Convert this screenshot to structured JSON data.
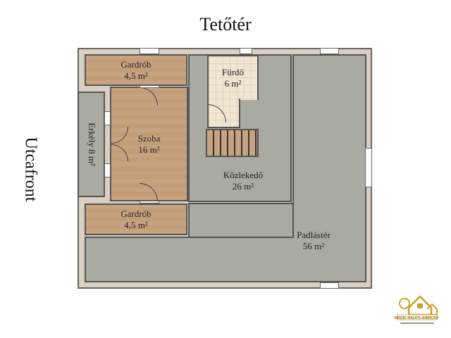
{
  "title": "Tetőtér",
  "street_label": "Utcafront",
  "rooms": {
    "gardrob_top": {
      "name": "Gardrób",
      "area": "4,5 m²"
    },
    "erkely": {
      "label": "Erkély 8 m²"
    },
    "szoba": {
      "name": "Szoba",
      "area": "16 m²"
    },
    "gardrob_bottom": {
      "name": "Gardrób",
      "area": "4,5 m²"
    },
    "furdo": {
      "name": "Fürdő",
      "area": "6 m²"
    },
    "kozlekedo": {
      "name": "Közlekedő",
      "area": "26 m²"
    },
    "padlaster": {
      "name": "Padlástér",
      "area": "56 m²"
    }
  },
  "logo": {
    "text": "ERDEI INGATLANIRODA",
    "color": "#c9a227"
  }
}
